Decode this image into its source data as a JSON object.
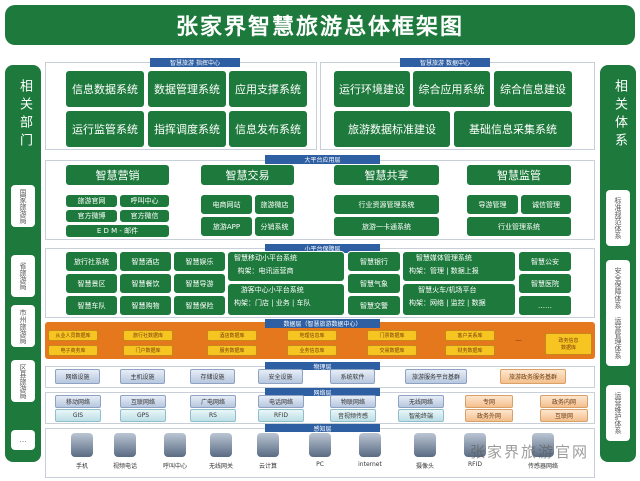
{
  "title": "张家界智慧旅游总体框架图",
  "left_panel": {
    "title": "相关部门",
    "items": [
      "国家旅游局",
      "省旅游局",
      "市州旅游局",
      "区县旅游局",
      "…"
    ]
  },
  "right_panel": {
    "title": "相关体系",
    "items": [
      "标准规范体系",
      "安全保障体系",
      "运营管理体系",
      "运营维护体系"
    ]
  },
  "command_center": {
    "label": "智慧旅游 指挥中心",
    "items": [
      "信息数据系统",
      "数据管理系统",
      "应用支撑系统",
      "运行监管系统",
      "指挥调度系统",
      "信息发布系统"
    ]
  },
  "data_center": {
    "label": "智慧旅游 数据中心",
    "items": [
      "运行环境建设",
      "综合应用系统",
      "综合信息建设",
      "旅游数据标准建设",
      "基础信息采集系统"
    ]
  },
  "app_layer": {
    "label": "大平台应用层",
    "groups": [
      {
        "title": "智慧营销",
        "items": [
          "旅游官网",
          "呼叫中心",
          "官方微博",
          "官方微信",
          "E D M - 邮件"
        ]
      },
      {
        "title": "智慧交易",
        "items": [
          "电商网站",
          "旅游微店",
          "旅游APP",
          "分销系统"
        ]
      },
      {
        "title": "智慧共享",
        "items": [
          "行业资源管理系统",
          "旅游一卡通系统"
        ]
      },
      {
        "title": "智慧监管",
        "items": [
          "导游管理",
          "诚信管理",
          "行业管理系统"
        ]
      }
    ]
  },
  "support_layer": {
    "label": "小平台保障层",
    "grid": [
      "旅行社系统",
      "智慧酒店",
      "智慧娱乐",
      "智慧景区",
      "智慧餐饮",
      "智慧导游",
      "智慧车队",
      "智慧购物",
      "智慧保险"
    ],
    "platforms": [
      "智慧移动小平台系统\n构架：电讯运营商",
      "游客中心小平台系统\n构架：门店 | 业务 | 车队",
      "智慧媒体管理系统\n构架：管理 | 数据上报",
      "智慧火车/机场平台\n构架：网络 | 监控 | 数据"
    ],
    "column": [
      "智慧银行",
      "智慧气象",
      "智慧交警"
    ],
    "right": [
      "智慧公安",
      "智慧医院",
      "……"
    ]
  },
  "data_layer": {
    "label": "数据层（智慧旅游数据中心）",
    "row1": [
      "从业人员数据库",
      "旅行社数据库",
      "酒店数据库",
      "地理信息库",
      "门票数据库",
      "客户关系库"
    ],
    "row2": [
      "电子商务库",
      "门户数据库",
      "服务数据库",
      "业务信息库",
      "交易数据库",
      "财务数据库"
    ],
    "ellipsis": "—",
    "special": "政务信息\n数据库"
  },
  "physical_layer": {
    "label": "物理层",
    "items": [
      "网络设施",
      "主机设施",
      "存储设施",
      "安全设施",
      "系统软件",
      "旅游服务平台基群",
      "旅游政务服务基群"
    ]
  },
  "network_layer": {
    "label": "网络层",
    "row1": [
      "移动网络",
      "互联网络",
      "广电网络",
      "电话网络",
      "物联网络",
      "无线网络",
      "专网",
      "政务内网"
    ],
    "row2": [
      "GIS",
      "GPS",
      "RS",
      "RFID",
      "音视频传感",
      "智能终端",
      "政务外网",
      "互联网"
    ]
  },
  "sensing_layer": {
    "label": "感知层",
    "devices": [
      "手机",
      "视频电话",
      "呼叫中心",
      "无线网关",
      "云计算",
      "PC",
      "internet",
      "摄像头",
      "RFID",
      "传感器网络"
    ]
  },
  "watermark": "张家界旅游官网",
  "colors": {
    "green": "#1e7a3c",
    "blue_tag": "#2e5fa3",
    "orange": "#e5771c",
    "yellow": "#f6c521"
  }
}
